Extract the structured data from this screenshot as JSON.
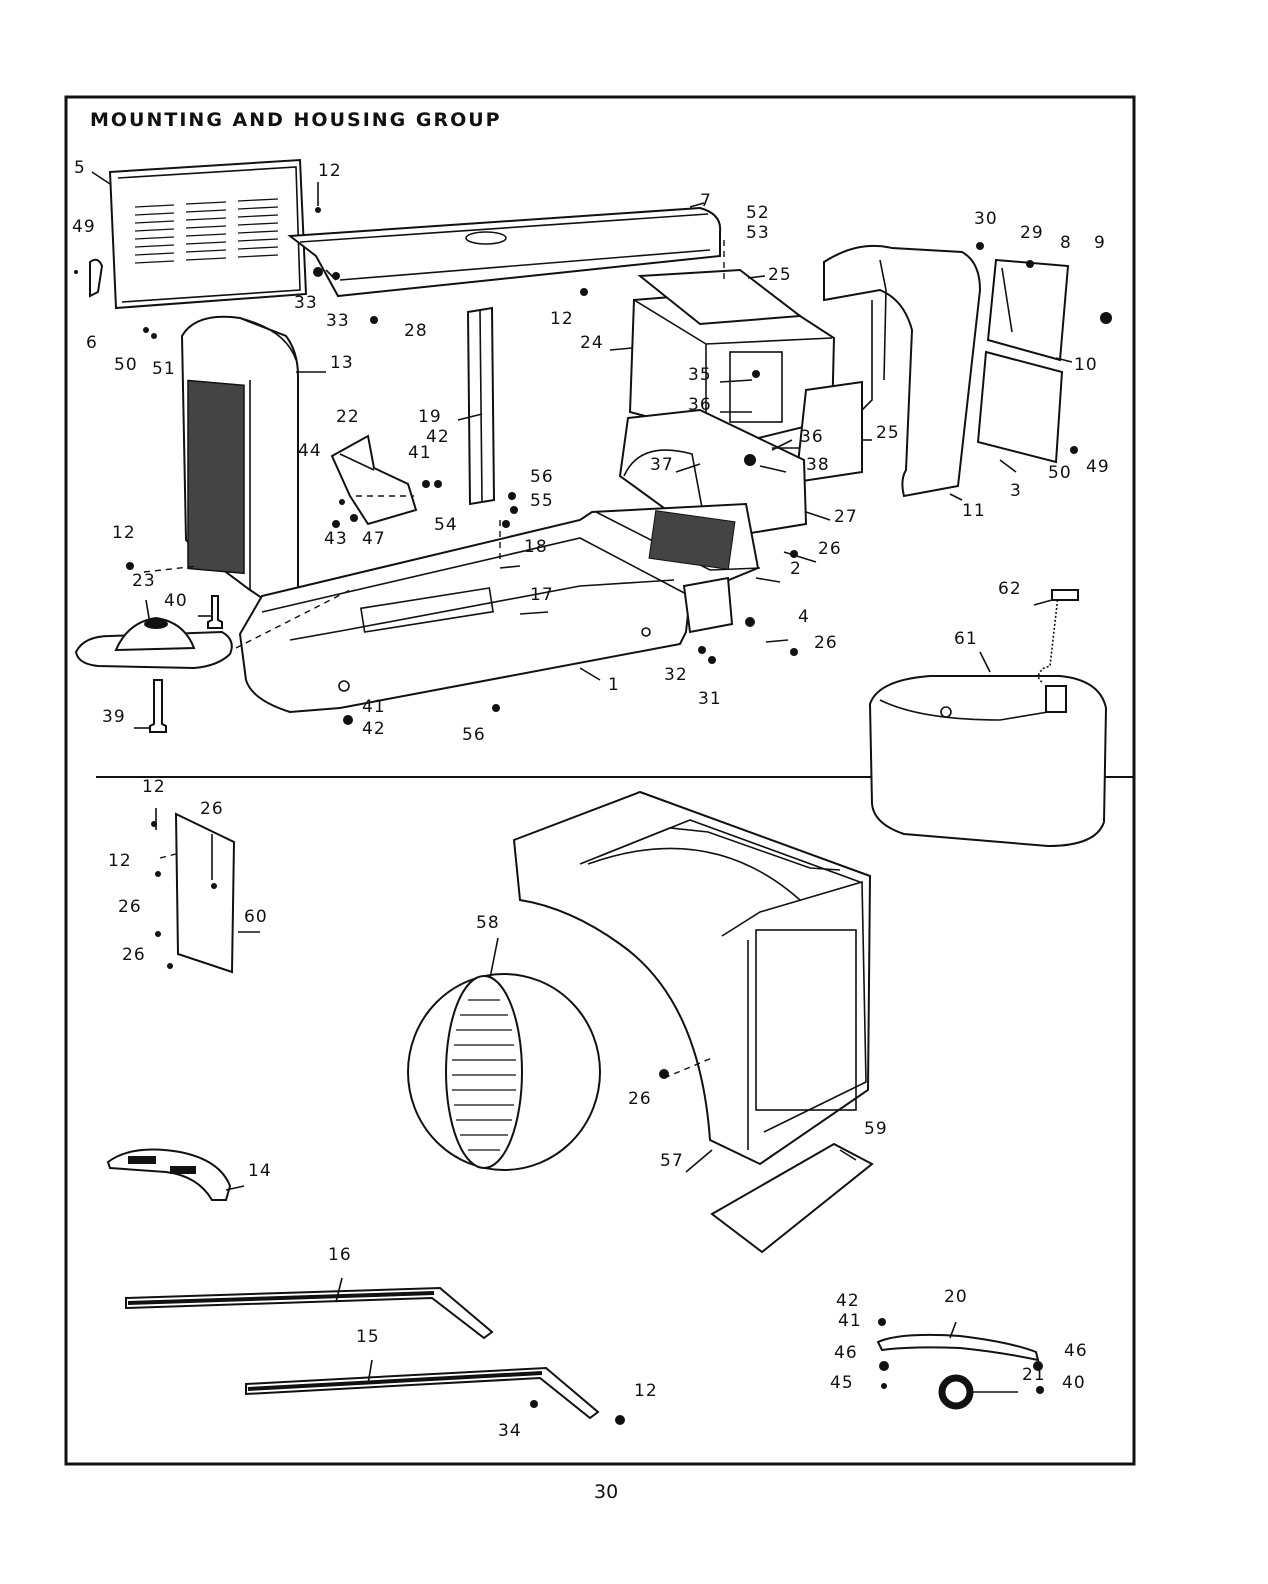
{
  "page": {
    "title": "MOUNTING AND HOUSING GROUP",
    "page_number": "30"
  },
  "callouts": {
    "c1": "1",
    "c2": "2",
    "c3": "3",
    "c4": "4",
    "c5": "5",
    "c6": "6",
    "c7": "7",
    "c8": "8",
    "c9": "9",
    "c10": "10",
    "c11": "11",
    "c12a": "12",
    "c12b": "12",
    "c12c": "12",
    "c12d": "12",
    "c12e": "12",
    "c12f": "12",
    "c13": "13",
    "c14": "14",
    "c15": "15",
    "c16": "16",
    "c17": "17",
    "c18": "18",
    "c19": "19",
    "c20": "20",
    "c21": "21",
    "c22": "22",
    "c23": "23",
    "c24": "24",
    "c25a": "25",
    "c25b": "25",
    "c26a": "26",
    "c26b": "26",
    "c26c": "26",
    "c26d": "26",
    "c26e": "26",
    "c26f": "26",
    "c27": "27",
    "c28": "28",
    "c29": "29",
    "c30": "30",
    "c31": "31",
    "c32": "32",
    "c33a": "33",
    "c33b": "33",
    "c34": "34",
    "c35": "35",
    "c36a": "36",
    "c36b": "36",
    "c37": "37",
    "c38": "38",
    "c39": "39",
    "c40a": "40",
    "c40b": "40",
    "c41a": "41",
    "c41b": "41",
    "c41c": "41",
    "c42a": "42",
    "c42b": "42",
    "c42c": "42",
    "c43": "43",
    "c44": "44",
    "c45": "45",
    "c46a": "46",
    "c46b": "46",
    "c47": "47",
    "c49a": "49",
    "c49b": "49",
    "c50a": "50",
    "c50b": "50",
    "c51": "51",
    "c52": "52",
    "c53": "53",
    "c54": "54",
    "c55": "55",
    "c56a": "56",
    "c56b": "56",
    "c57": "57",
    "c58": "58",
    "c59": "59",
    "c60": "60",
    "c61": "61",
    "c62": "62"
  }
}
